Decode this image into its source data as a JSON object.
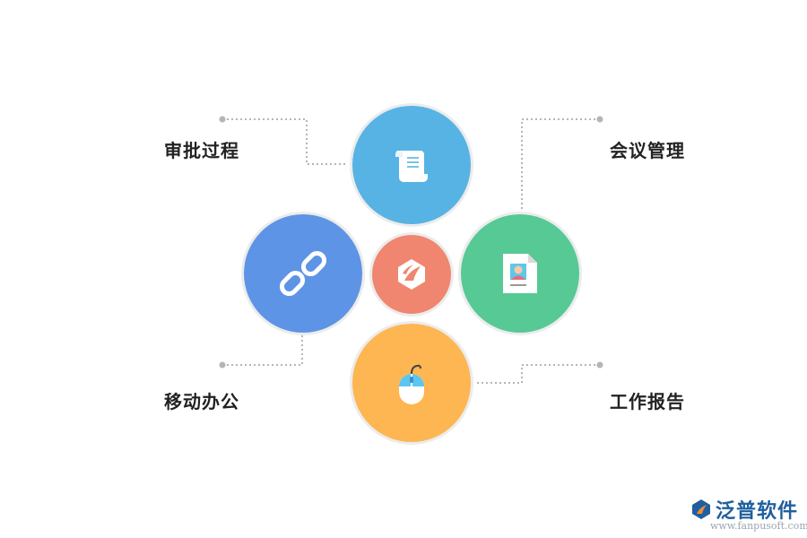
{
  "labels": {
    "top_left": "审批过程",
    "top_right": "会议管理",
    "bottom_left": "移动办公",
    "bottom_right": "工作报告"
  },
  "nodes": {
    "top": {
      "icon": "scroll-icon",
      "color": "#57b3e4"
    },
    "left": {
      "icon": "chain-link-icon",
      "color": "#5e94e6"
    },
    "center": {
      "icon": "brand-leaf-icon",
      "color": "#f0866f"
    },
    "right": {
      "icon": "profile-document-icon",
      "color": "#56c994"
    },
    "bottom": {
      "icon": "mouse-icon",
      "color": "#fdb652"
    }
  },
  "logo": {
    "name": "泛普软件",
    "url": "www.fanpusoft.com"
  }
}
